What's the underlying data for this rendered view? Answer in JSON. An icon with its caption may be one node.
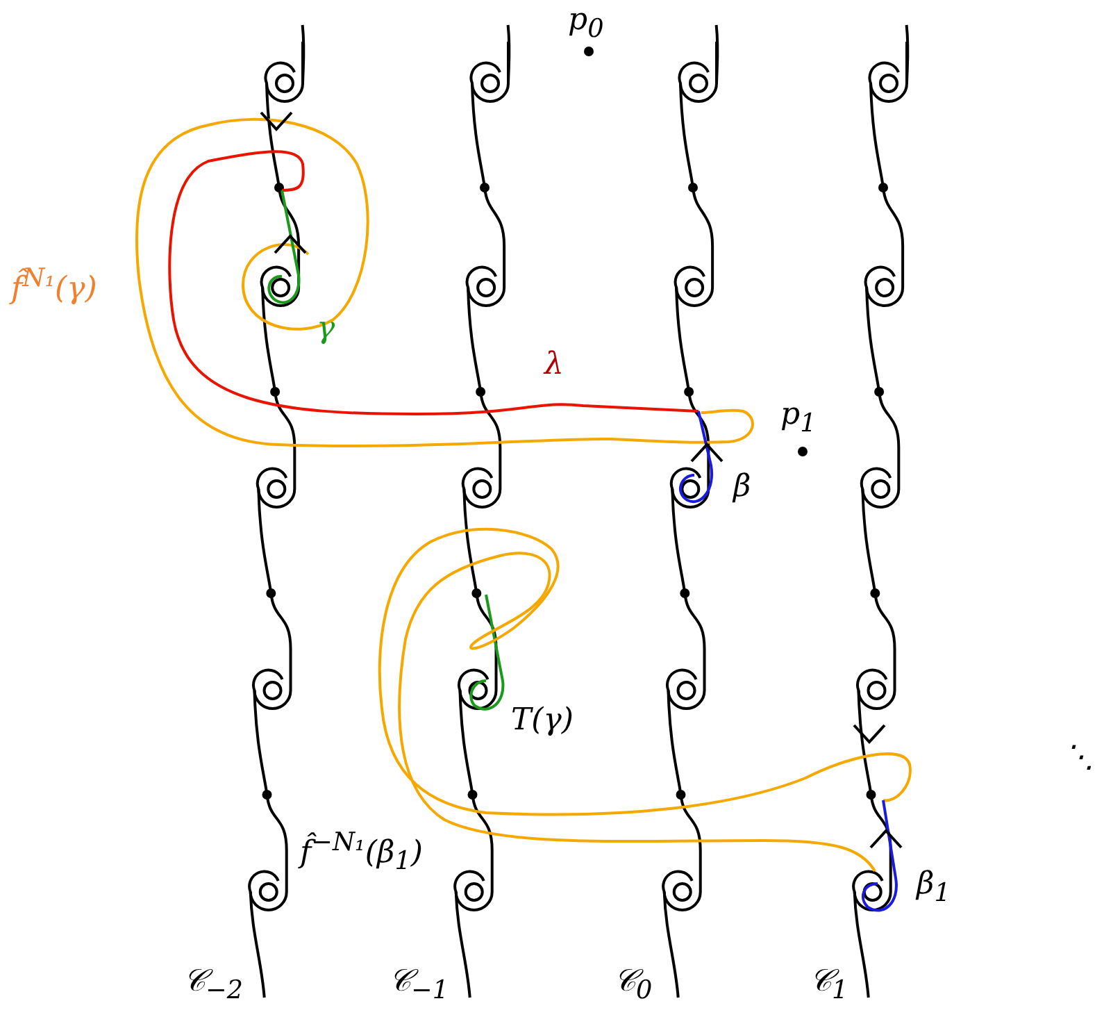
{
  "diagram": {
    "labels": [
      "p$_{0}$",
      "λ",
      "p$_{1}$",
      "f̂$^{N₁}$(γ)",
      "γ",
      "β",
      "T(γ)",
      "f̂$^{−N₁}$(β$_{1}$)",
      "β$_{1}$",
      "⋱",
      "𝒞$_{−2}$",
      "𝒞$_{−1}$",
      "𝒞$_{0}$",
      "𝒞$_{1}$"
    ]
  }
}
